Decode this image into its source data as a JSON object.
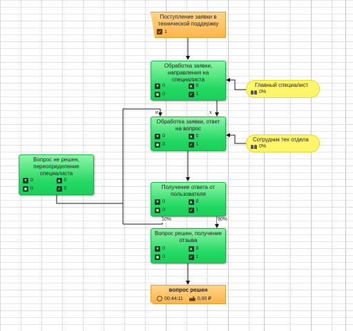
{
  "start_node": {
    "title": "Поступление заявки в технической поддержку",
    "count": "1"
  },
  "nodes": [
    {
      "id": "processing",
      "title": "Обработка заявки, направления на специалиста",
      "in": "0",
      "out": "0",
      "users": "0",
      "done": "1"
    },
    {
      "id": "answer",
      "title": "Обработка заявки, ответ на вопрос",
      "in": "0",
      "out": "0",
      "users": "0",
      "done": "1"
    },
    {
      "id": "reassign",
      "title": "Вопрос не решен, переопределение специалиста",
      "in": "0",
      "out": "0",
      "users": "0",
      "done": "0"
    },
    {
      "id": "user_reply",
      "title": "Получение ответа от пользователя",
      "in": "0",
      "out": "0",
      "users": "0",
      "done": "1"
    },
    {
      "id": "solved",
      "title": "Вопрос решен, получение отзыва",
      "in": "0",
      "out": "0",
      "users": "0",
      "done": "1"
    }
  ],
  "roles": [
    {
      "name": "Главный специалист",
      "load": "0%"
    },
    {
      "name": "Сотрудник тех отдела",
      "load": "0%"
    }
  ],
  "end_node": {
    "title": "вопрос решен",
    "time": "00:44:11",
    "cost": "0,00 ₽"
  },
  "edge_labels": {
    "and_left": "и",
    "and_right": "х",
    "pct_left": "10%",
    "pct_right": "90%"
  },
  "colors": {
    "task": "#23d863",
    "event": "#ffb54a",
    "role": "#fff56a"
  }
}
